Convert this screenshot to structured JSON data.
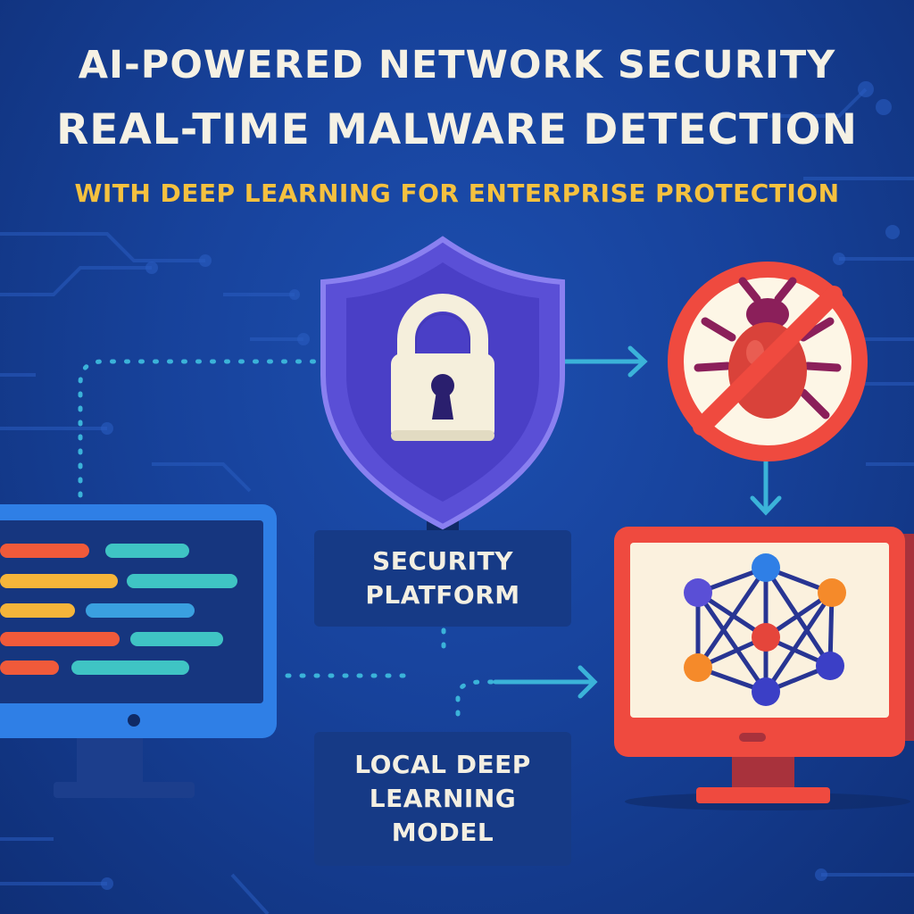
{
  "title_line1": "AI-POWERED NETWORK SECURITY",
  "title_line2": "REAL-TIME MALWARE DETECTION",
  "subtitle": "WITH DEEP LEARNING FOR ENTERPRISE PROTECTION",
  "nodes": {
    "security_platform": [
      "SECURITY",
      "PLATFORM"
    ],
    "local_model": [
      "LOCAL DEEP",
      "LEARNING",
      "MODEL"
    ]
  },
  "icons": {
    "shield": "shield-lock-icon",
    "malware": "no-bug-icon",
    "workstation": "code-monitor-icon",
    "ai_monitor": "neural-network-monitor-icon"
  },
  "colors": {
    "background": "#17429b",
    "title": "#f5f1e4",
    "subtitle": "#f5c13f",
    "shield": "#5a4fd6",
    "prohibit": "#ef4a3f",
    "bug": "#d9423a",
    "arrow": "#3bb3d9",
    "left_monitor": "#2f7fe6",
    "right_monitor": "#ef4a3f"
  }
}
